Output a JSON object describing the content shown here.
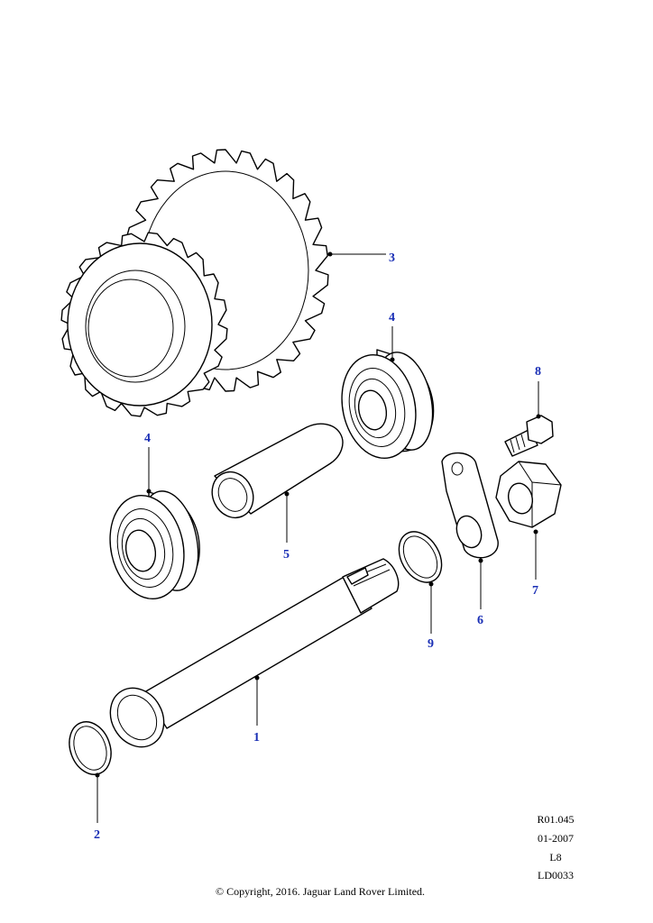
{
  "callouts": {
    "c1": "1",
    "c2": "2",
    "c3": "3",
    "c4a": "4",
    "c4b": "4",
    "c5": "5",
    "c6": "6",
    "c7": "7",
    "c8": "8",
    "c9": "9"
  },
  "references": {
    "code": "R01.045",
    "date": "01-2007",
    "level": "L8",
    "drawing": "LD0033"
  },
  "copyright": "© Copyright, 2016. Jaguar Land Rover Limited.",
  "colors": {
    "callout": "#1a2fb5",
    "line": "#000000"
  }
}
